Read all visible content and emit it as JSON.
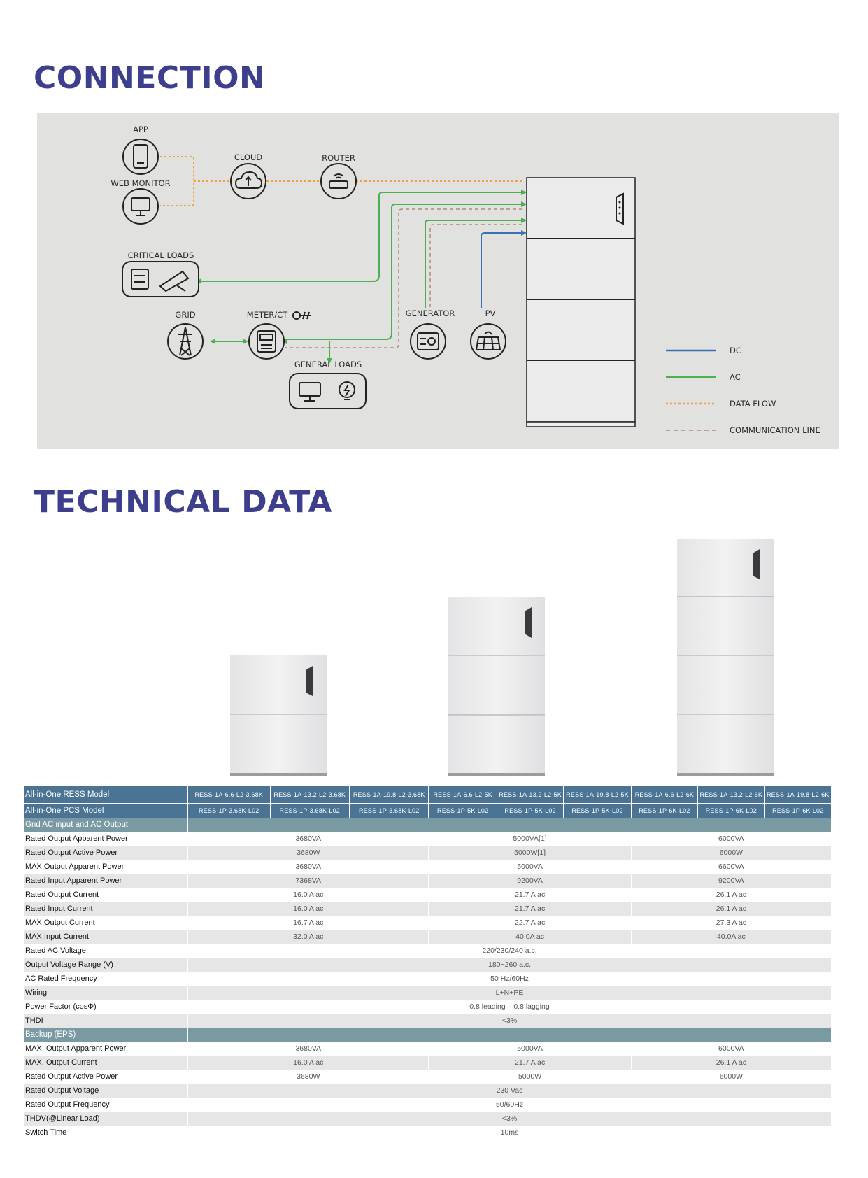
{
  "connection": {
    "title": "CONNECTION",
    "labels": {
      "app": "APP",
      "web_monitor": "WEB MONITOR",
      "cloud": "CLOUD",
      "router": "ROUTER",
      "critical_loads": "CRITICAL LOADS",
      "grid": "GRID",
      "meter_ct": "METER/CT",
      "generator": "GENERATOR",
      "pv": "PV",
      "general_loads": "GENERAL LOADS"
    },
    "legend": {
      "dc": "DC",
      "ac": "AC",
      "data_flow": "DATA FLOW",
      "communication_line": "COMMUNICATION LINE"
    },
    "colors": {
      "dc": "#3b6fb6",
      "ac": "#4caf50",
      "data_flow": "#f0a040",
      "communication_line": "#b08a78"
    }
  },
  "technical": {
    "title": "TECHNICAL DATA",
    "ress_model_label": "All-in-One RESS Model",
    "pcs_model_label": "All-in-One PCS Model",
    "ress_models": [
      "RESS-1A-6.6-L2-3.68K",
      "RESS-1A-13.2-L2-3.68K",
      "RESS-1A-19.8-L2-3.68K",
      "RESS-1A-6.6-L2-5K",
      "RESS-1A-13.2-L2-5K",
      "RESS-1A-19.8-L2-5K",
      "RESS-1A-6.6-L2-6K",
      "RESS-1A-13.2-L2-6K",
      "RESS-1A-19.8-L2-6K"
    ],
    "pcs_models": [
      "RESS-1P-3.68K-L02",
      "RESS-1P-3.68K-L02",
      "RESS-1P-3.68K-L02",
      "RESS-1P-5K-L02",
      "RESS-1P-5K-L02",
      "RESS-1P-5K-L02",
      "RESS-1P-6K-L02",
      "RESS-1P-6K-L02",
      "RESS-1P-6K-L02"
    ],
    "sections": {
      "grid": "Grid AC input and AC Output",
      "backup": "Backup (EPS)"
    },
    "grid_rows": [
      {
        "label": "Rated Output Apparent Power",
        "values": [
          "3680VA",
          "5000VA[1]",
          "6000VA"
        ]
      },
      {
        "label": "Rated Output Active Power",
        "values": [
          "3680W",
          "5000W[1]",
          "6000W"
        ]
      },
      {
        "label": "MAX Output Apparent Power",
        "values": [
          "3680VA",
          "5000VA",
          "6600VA"
        ]
      },
      {
        "label": "Rated Input Apparent Power",
        "values": [
          "7368VA",
          "9200VA",
          "9200VA"
        ]
      },
      {
        "label": "Rated Output Current",
        "values": [
          "16.0 A ac",
          "21.7 A ac",
          "26.1 A ac"
        ]
      },
      {
        "label": "Rated Input Current",
        "values": [
          "16.0 A ac",
          "21.7 A ac",
          "26.1 A ac"
        ]
      },
      {
        "label": "MAX Output Current",
        "values": [
          "16.7 A ac",
          "22.7 A ac",
          "27.3 A ac"
        ]
      },
      {
        "label": "MAX Input Current",
        "values": [
          "32.0 A ac",
          "40.0A ac",
          "40.0A ac"
        ]
      },
      {
        "label": "Rated AC Voltage",
        "value": "220/230/240 a.c,"
      },
      {
        "label": "Output Voltage Range (V)",
        "value": "180~260 a.c,"
      },
      {
        "label": "AC Rated Frequency",
        "value": "50 Hz/60Hz"
      },
      {
        "label": "Wiring",
        "value": "L+N+PE"
      },
      {
        "label": "Power Factor (cosΦ)",
        "value": "0.8 leading – 0.8 lagging"
      },
      {
        "label": "THDI",
        "value": "<3%"
      }
    ],
    "backup_rows": [
      {
        "label": "MAX. Output Apparent Power",
        "values": [
          "3680VA",
          "5000VA",
          "6000VA"
        ]
      },
      {
        "label": "MAX. Output Current",
        "values": [
          "16.0 A ac",
          "21.7 A ac",
          "26.1 A ac"
        ]
      },
      {
        "label": "Rated Output Active Power",
        "values": [
          "3680W",
          "5000W",
          "6000W"
        ]
      },
      {
        "label": "Rated Output Voltage",
        "value": "230 Vac"
      },
      {
        "label": "Rated Output Frequency",
        "value": "50/60Hz"
      },
      {
        "label": "THDV(@Linear Load)",
        "value": "<3%"
      },
      {
        "label": "Switch Time",
        "value": "10ms"
      }
    ]
  }
}
